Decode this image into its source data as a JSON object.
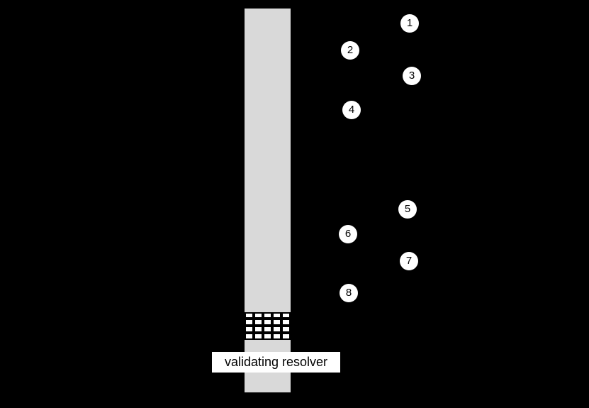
{
  "diagram": {
    "type": "sequence-diagram-fragment",
    "background_color": "#000000",
    "lifeline": {
      "label": "validating resolver",
      "bar_color": "#d9d9d9",
      "label_background": "#ffffff",
      "label_text_color": "#000000"
    },
    "activation_block": {
      "style": "grid-hatch",
      "fill_color": "#ffffff",
      "line_color": "#000000"
    },
    "steps": [
      "1",
      "2",
      "3",
      "4",
      "5",
      "6",
      "7",
      "8"
    ],
    "step_circle_color": "#ffffff",
    "step_text_color": "#000000"
  }
}
